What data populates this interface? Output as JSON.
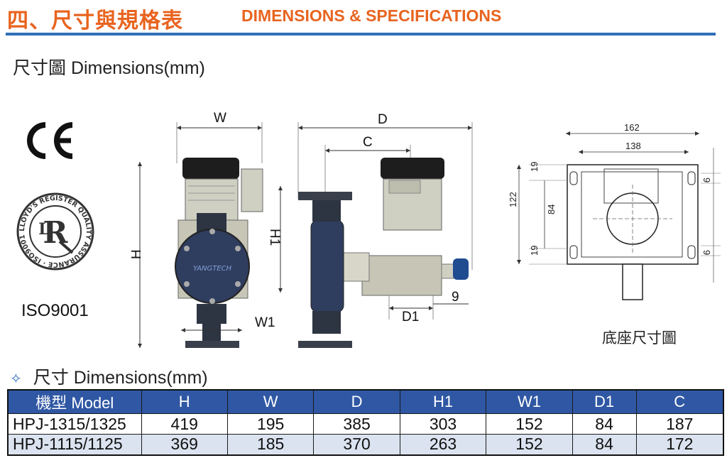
{
  "header": {
    "title_zh": "四、尺寸與規格表",
    "title_en": "DIMENSIONS & SPECIFICATIONS"
  },
  "dimensions_heading": "尺寸圖 Dimensions(mm)",
  "certifications": {
    "ce_mark": "CE",
    "lrqa_ring_text": "LLOYD'S REGISTER QUALITY ASSURANCE · ISO9001",
    "iso_label": "ISO9001"
  },
  "front_view": {
    "w_label": "W",
    "h_label": "H",
    "h1_label": "H1",
    "w1_label": "W1",
    "brand": "YANGTECH"
  },
  "side_view": {
    "d_label": "D",
    "c_label": "C",
    "d1_label": "D1",
    "offset_label": "9"
  },
  "base_plan": {
    "dim_162": "162",
    "dim_138": "138",
    "dim_122": "122",
    "dim_84": "84",
    "dim_19_top": "19",
    "dim_19_bottom": "19",
    "dim_9_top": "9",
    "dim_9_bottom": "9",
    "caption": "底座尺寸圖"
  },
  "table_section": {
    "bullet": "✧",
    "title": "尺寸 Dimensions(mm)"
  },
  "table": {
    "headers": [
      "機型 Model",
      "H",
      "W",
      "D",
      "H1",
      "W1",
      "D1",
      "C"
    ],
    "rows": [
      [
        "HPJ-1315/1325",
        "419",
        "195",
        "385",
        "303",
        "152",
        "84",
        "187"
      ],
      [
        "HPJ-1115/1125",
        "369",
        "185",
        "370",
        "263",
        "152",
        "84",
        "172"
      ]
    ]
  },
  "colors": {
    "title_orange": "#e8641f",
    "rule_blue": "#2f6fb6",
    "table_header_blue": "#2f57a3",
    "alt_row": "#dbe3f0"
  }
}
